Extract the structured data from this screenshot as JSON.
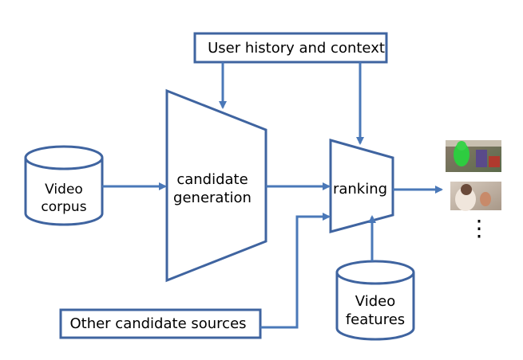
{
  "colors": {
    "shape_stroke": "#3f64a0",
    "arrow": "#4a78b8",
    "text": "#000000",
    "background": "#ffffff"
  },
  "nodes": {
    "user_history": "User history and context",
    "video_corpus_line1": "Video",
    "video_corpus_line2": "corpus",
    "candidate_generation_line1": "candidate",
    "candidate_generation_line2": "generation",
    "ranking": "ranking",
    "other_sources": "Other candidate sources",
    "video_features_line1": "Video",
    "video_features_line2": "features"
  },
  "outputs": {
    "thumbnails": [
      "video-thumbnail-1",
      "video-thumbnail-2"
    ],
    "ellipsis": "⋮"
  }
}
